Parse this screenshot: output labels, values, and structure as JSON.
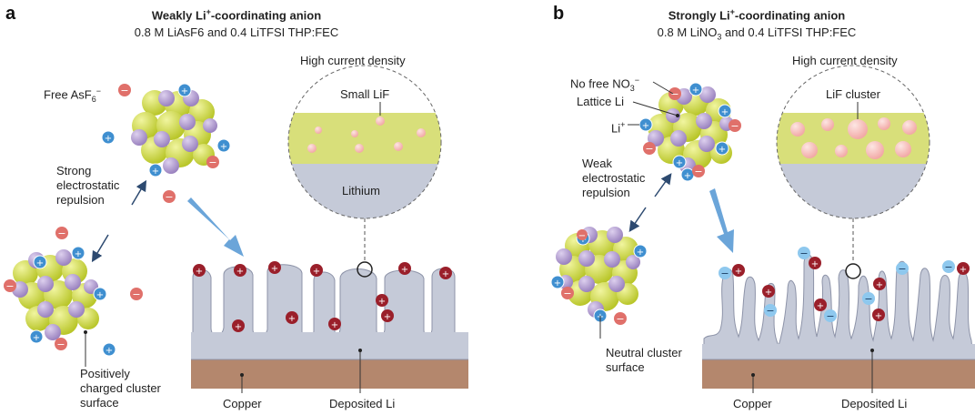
{
  "panel_a": {
    "letter": "a",
    "title_pre": "Weakly Li",
    "title_sup": "+",
    "title_post": "-coordinating anion",
    "subtitle": "0.8 M LiAsF6 and 0.4 LiTFSI THP:FEC",
    "free_anion_pre": "Free AsF",
    "free_anion_sub": "6",
    "free_anion_sup": "−",
    "repulsion_line1": "Strong",
    "repulsion_line2": "electrostatic",
    "repulsion_line3": "repulsion",
    "surface_line1": "Positively",
    "surface_line2": "charged cluster",
    "surface_line3": "surface",
    "high_current": "High current density",
    "lif_label": "Small LiF",
    "lithium_label": "Lithium",
    "copper_label": "Copper",
    "deposited_label": "Deposited Li"
  },
  "panel_b": {
    "letter": "b",
    "title_pre": "Strongly Li",
    "title_sup": "+",
    "title_post": "-coordinating anion",
    "subtitle_pre": "0.8 M LiNO",
    "subtitle_sub": "3",
    "subtitle_post": " and 0.4 LiTFSI THP:FEC",
    "no_free_pre": "No free NO",
    "no_free_sub": "3",
    "no_free_sup": "−",
    "lattice_li": "Lattice Li",
    "li_ion": "Li",
    "li_ion_sup": "+",
    "repulsion_line1": "Weak",
    "repulsion_line2": "electrostatic",
    "repulsion_line3": "repulsion",
    "surface_line1": "Neutral cluster",
    "surface_line2": "surface",
    "high_current": "High current density",
    "lif_label": "LiF cluster",
    "copper_label": "Copper",
    "deposited_label": "Deposited Li"
  },
  "colors": {
    "cluster_yellow": "#c9d63a",
    "cluster_purple": "#b39bd0",
    "cation_blue": "#3f8fd0",
    "anion_red": "#e0706a",
    "dark_red": "#9a1f2a",
    "light_blue_ion": "#8ec8ee",
    "lithium_gray": "#c5cad8",
    "copper": "#b4876d",
    "sei_yellow": "#d8df7a",
    "lif_pink": "#f5b8b8",
    "arrow_blue": "#5b9bd5"
  }
}
